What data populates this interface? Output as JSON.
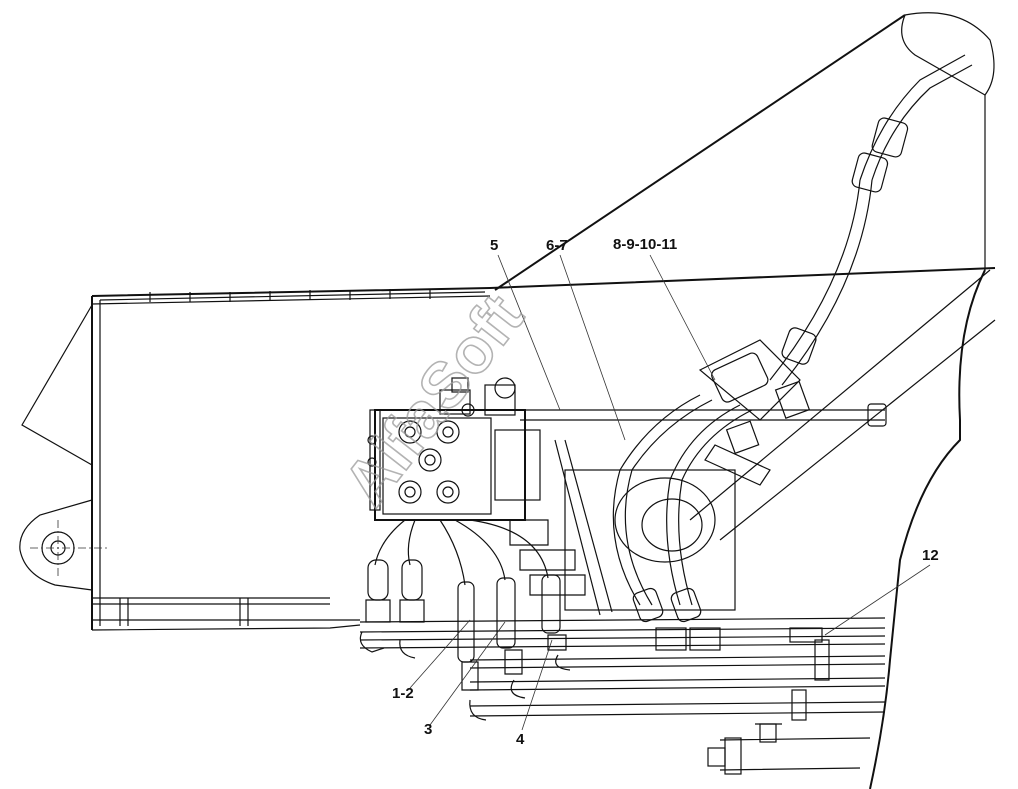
{
  "watermark": "AlfaSoft",
  "callouts": {
    "c1": "1-2",
    "c2": "3",
    "c3": "4",
    "c4": "5",
    "c5": "6-7",
    "c6": "8-9-10-11",
    "c7": "12"
  }
}
